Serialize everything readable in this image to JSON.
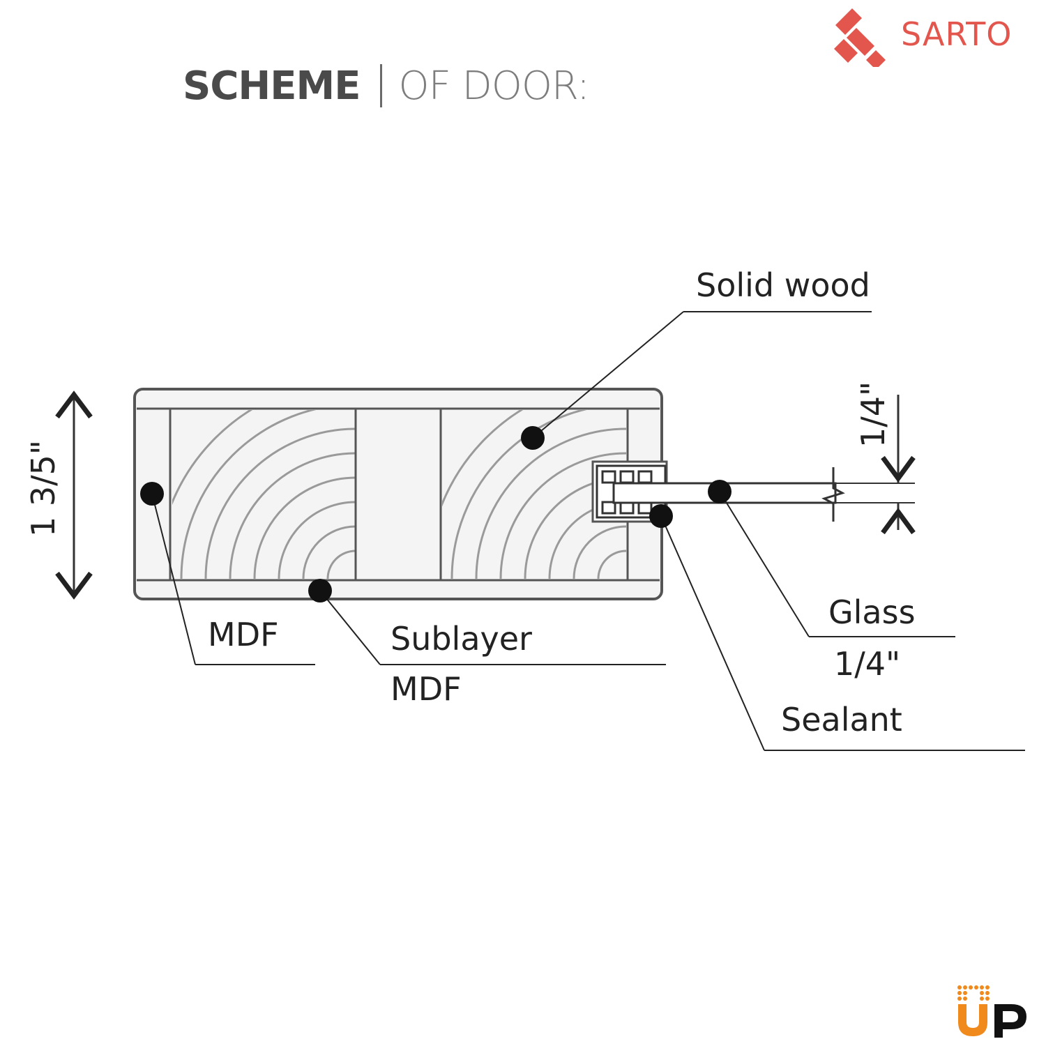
{
  "header": {
    "title_bold": "SCHEME",
    "title_rest": "OF DOOR:"
  },
  "brand": {
    "name": "SARTO",
    "color": "#e2564d",
    "icon": "sarto-logo-icon"
  },
  "diagram": {
    "labels": {
      "solid_wood": "Solid wood",
      "mdf": "MDF",
      "sublayer": "Sublayer",
      "sublayer_mdf": "MDF",
      "glass": "Glass",
      "glass_thickness": "1/4\"",
      "sealant": "Sealant",
      "door_thickness": "1 3/5\"",
      "glass_dimension": "1/4\""
    }
  },
  "watermark": {
    "text": "UP",
    "accent_color": "#f08a1c",
    "icon": "up-logo-icon"
  }
}
